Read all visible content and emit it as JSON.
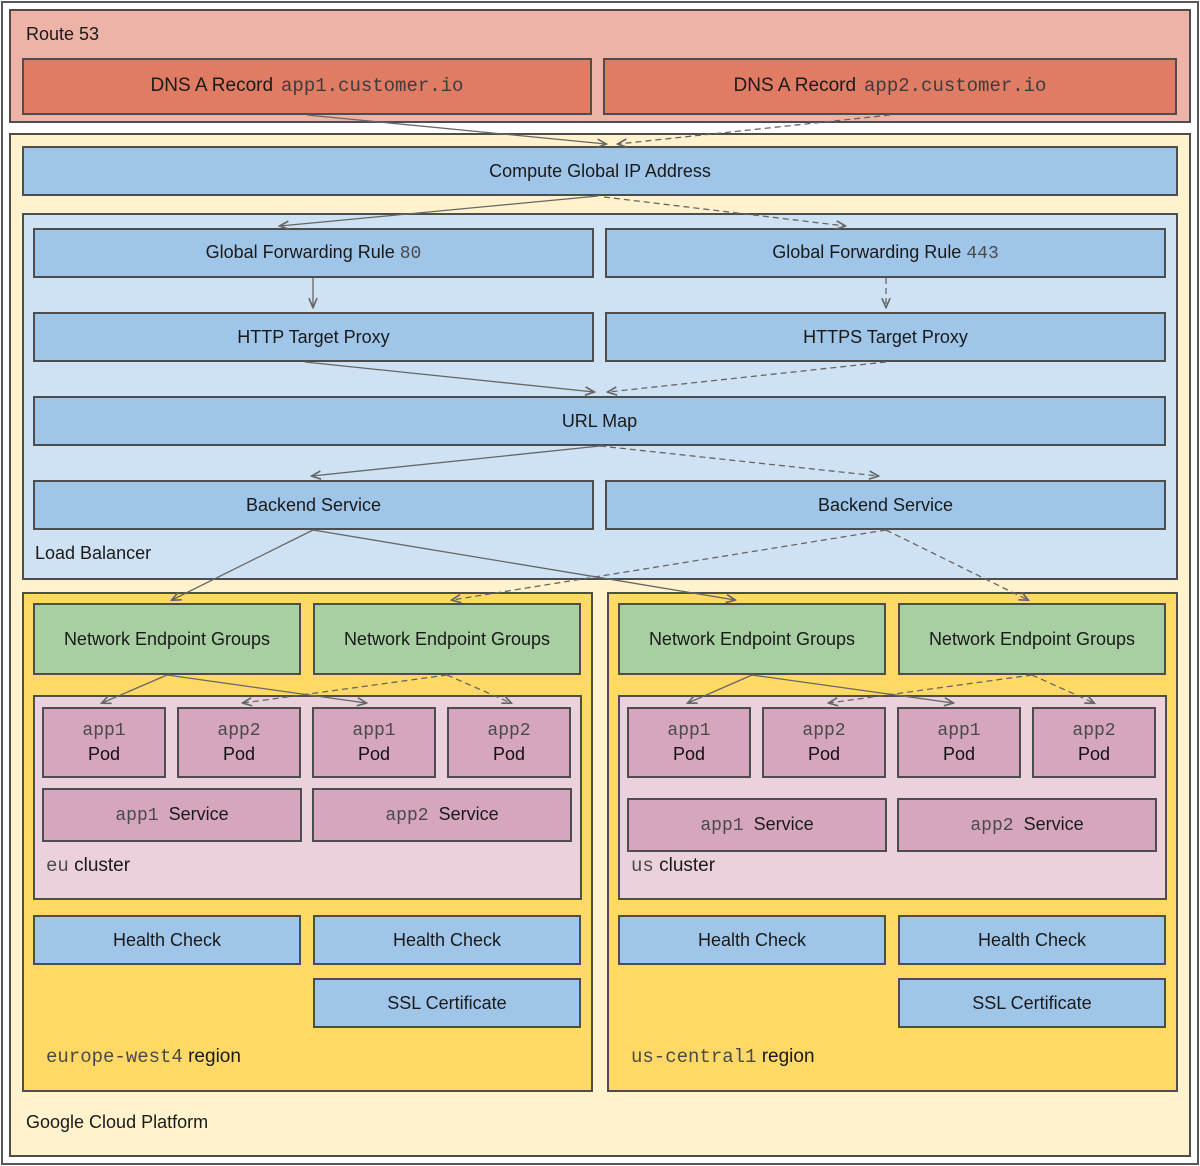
{
  "colors": {
    "salmon_light": "#ecb3a6",
    "salmon": "#df7c63",
    "yellow_light": "#fff2cc",
    "yellow": "#ffd966",
    "blue": "#9fc5e8",
    "blue_light": "#cfe2f3",
    "green": "#a7cfa2",
    "pink_light": "#ead1dc",
    "pink": "#d5a6bd",
    "border": "#4d4d4d",
    "connector": "#666666"
  },
  "route53": {
    "label": "Route 53",
    "dns_records": [
      {
        "prefix": "DNS A Record",
        "domain": "app1.customer.io"
      },
      {
        "prefix": "DNS A Record",
        "domain": "app2.customer.io"
      }
    ]
  },
  "gcp": {
    "label": "Google Cloud Platform",
    "global_ip": "Compute Global IP Address",
    "load_balancer": {
      "label": "Load Balancer",
      "forwarding_rules": [
        {
          "text": "Global Forwarding Rule",
          "port": "80"
        },
        {
          "text": "Global Forwarding Rule",
          "port": "443"
        }
      ],
      "proxies": [
        "HTTP Target Proxy",
        "HTTPS Target Proxy"
      ],
      "url_map": "URL Map",
      "backend_services": [
        "Backend Service",
        "Backend Service"
      ]
    },
    "regions": [
      {
        "name": "europe-west4",
        "suffix": "region",
        "negs": [
          "Network Endpoint Groups",
          "Network Endpoint Groups"
        ],
        "cluster": {
          "name": "eu",
          "suffix": "cluster",
          "pods": [
            {
              "app": "app1",
              "kind": "Pod"
            },
            {
              "app": "app2",
              "kind": "Pod"
            },
            {
              "app": "app1",
              "kind": "Pod"
            },
            {
              "app": "app2",
              "kind": "Pod"
            }
          ],
          "services": [
            {
              "app": "app1",
              "kind": "Service"
            },
            {
              "app": "app2",
              "kind": "Service"
            }
          ]
        },
        "health_checks": [
          "Health Check",
          "Health Check"
        ],
        "ssl_certificate": "SSL Certificate"
      },
      {
        "name": "us-central1",
        "suffix": "region",
        "negs": [
          "Network Endpoint Groups",
          "Network Endpoint Groups"
        ],
        "cluster": {
          "name": "us",
          "suffix": "cluster",
          "pods": [
            {
              "app": "app1",
              "kind": "Pod"
            },
            {
              "app": "app2",
              "kind": "Pod"
            },
            {
              "app": "app1",
              "kind": "Pod"
            },
            {
              "app": "app2",
              "kind": "Pod"
            }
          ],
          "services": [
            {
              "app": "app1",
              "kind": "Service"
            },
            {
              "app": "app2",
              "kind": "Service"
            }
          ]
        },
        "health_checks": [
          "Health Check",
          "Health Check"
        ],
        "ssl_certificate": "SSL Certificate"
      }
    ]
  }
}
